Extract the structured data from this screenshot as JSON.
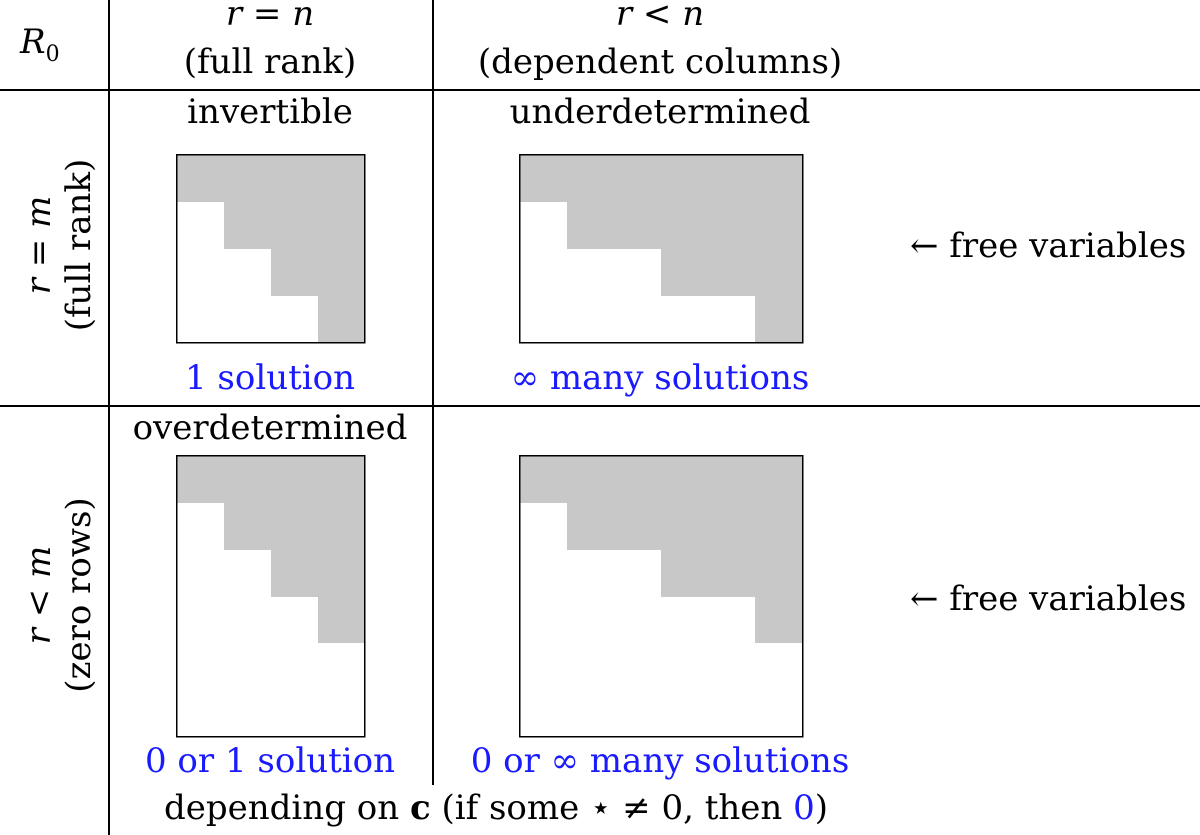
{
  "corner_label": "R",
  "corner_subscript": "0",
  "columns": [
    {
      "condition": "r = n",
      "description": "(full rank)"
    },
    {
      "condition": "r < n",
      "description": "(dependent columns)"
    }
  ],
  "rows": [
    {
      "condition": "r = m",
      "description": "(full rank)"
    },
    {
      "condition": "r < m",
      "description": "(zero rows)"
    }
  ],
  "cells": {
    "r1c1": {
      "title": "invertible",
      "outcome": "1 solution"
    },
    "r1c2": {
      "title": "underdetermined",
      "outcome": "∞ many solutions"
    },
    "r2c1": {
      "title": "overdetermined",
      "outcome": "0 or 1 solution"
    },
    "r2c2": {
      "title": "",
      "outcome": "0 or ∞ many solutions"
    }
  },
  "free_variables_label": "← free variables",
  "footer": {
    "prefix": "depending on ",
    "bold_var": "c",
    "middle": " (if some ⋆ ≠ 0, then ",
    "zero": "0",
    "suffix": ")"
  },
  "colors": {
    "highlight": "#1a1aff",
    "shaded": "#c8c8c8",
    "line": "#000000"
  }
}
